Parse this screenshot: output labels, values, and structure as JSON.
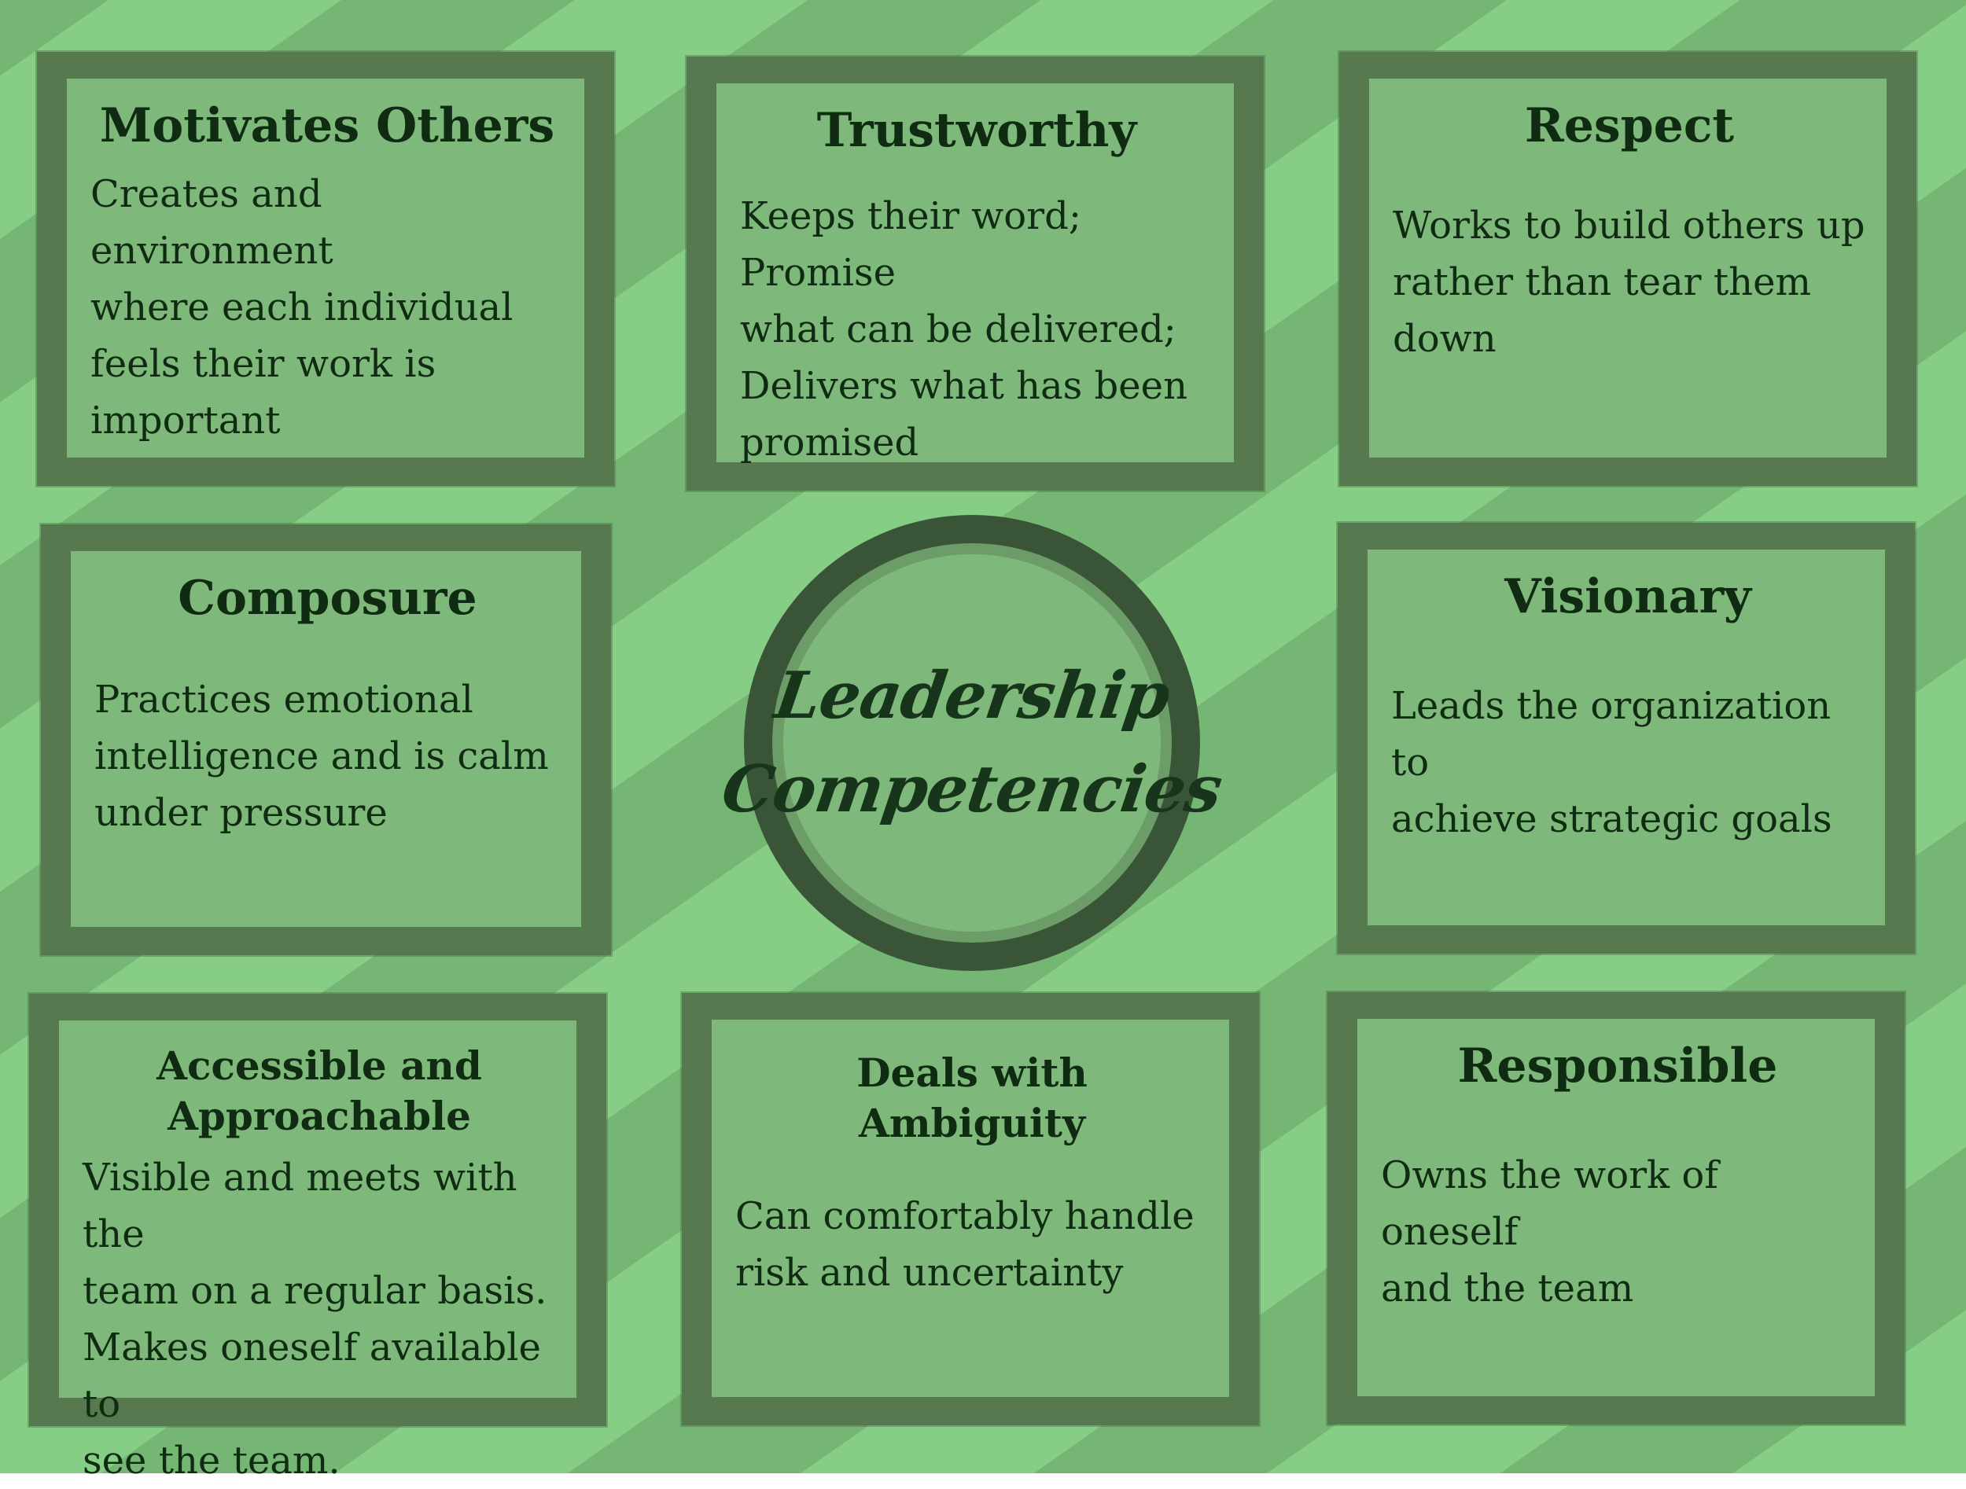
{
  "center": {
    "line1": "Leadership",
    "line2": "Competencies"
  },
  "cards": [
    {
      "title": "Motivates Others",
      "body": "Creates and environment\nwhere each individual\nfeels their work is\nimportant"
    },
    {
      "title": "Trustworthy",
      "body": "Keeps their word; Promise\nwhat can be delivered;\nDelivers what has been\npromised"
    },
    {
      "title": "Respect",
      "body": "Works to build others up\nrather than tear them\ndown"
    },
    {
      "title": "Composure",
      "body": "Practices emotional\nintelligence and is calm\nunder pressure"
    },
    {
      "title": "Visionary",
      "body": "Leads the organization to\nachieve strategic goals"
    },
    {
      "title": "Accessible and\nApproachable",
      "body": "Visible and meets with the\nteam on a regular basis.\nMakes oneself available to\nsee the team."
    },
    {
      "title": "Deals with\nAmbiguity",
      "body": "Can comfortably handle\nrisk and uncertainty"
    },
    {
      "title": "Responsible",
      "body": "Owns the work of oneself\nand the team"
    }
  ],
  "colors": {
    "background_light": "#86cd86",
    "background_dark": "#76b675",
    "frame": "#56794f",
    "card_fill": "#7fb87b",
    "text": "#0f2c12",
    "ring": "#3a5437"
  }
}
